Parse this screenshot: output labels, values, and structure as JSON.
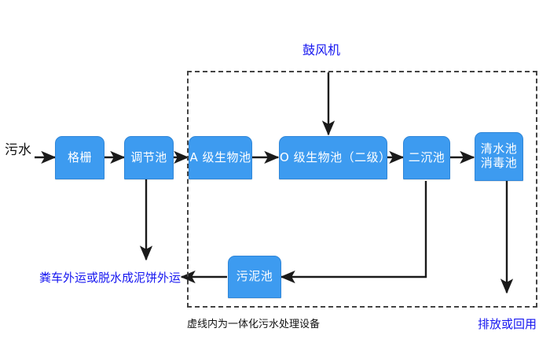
{
  "diagram": {
    "title_note": "",
    "colors": {
      "node_fill": "#3d9bf0",
      "node_border": "#2f86d8",
      "node_text": "#ffffff",
      "blue_text": "#1515f0",
      "black_text": "#111111",
      "arrow": "#1a1a1a",
      "dashed_border": "#444444",
      "background": "#ffffff"
    },
    "nodes": [
      {
        "id": "grille",
        "label": "格栅"
      },
      {
        "id": "regulate",
        "label": "调节池"
      },
      {
        "id": "a_stage",
        "label": "A 级生物池"
      },
      {
        "id": "o_stage",
        "label": "O 级生物池（二级）"
      },
      {
        "id": "secondary",
        "label": "二沉池"
      },
      {
        "id": "clearwater",
        "label": "清水池\n消毒池"
      },
      {
        "id": "sludge",
        "label": "污泥池"
      }
    ],
    "labels": {
      "inflow": "污水",
      "blower": "鼓风机",
      "sludge_disposal": "粪车外运或脱水成泥饼外运",
      "dashed_caption": "虚线内为一体化污水处理设备",
      "discharge": "排放或回用"
    },
    "dashed_region": {
      "caption": "虚线内为一体化污水处理设备",
      "contains": [
        "A 级生物池",
        "O 级生物池（二级）",
        "二沉池",
        "清水池/消毒池",
        "污泥池"
      ]
    },
    "flow": [
      {
        "from": "污水",
        "to": "格栅"
      },
      {
        "from": "格栅",
        "to": "调节池"
      },
      {
        "from": "调节池",
        "to": "A 级生物池"
      },
      {
        "from": "A 级生物池",
        "to": "O 级生物池（二级）"
      },
      {
        "from": "O 级生物池（二级）",
        "to": "二沉池"
      },
      {
        "from": "二沉池",
        "to": "清水池 消毒池"
      },
      {
        "from": "鼓风机",
        "to": "O 级生物池（二级）"
      },
      {
        "from": "调节池",
        "to": "粪车外运或脱水成泥饼外运"
      },
      {
        "from": "二沉池",
        "to": "污泥池"
      },
      {
        "from": "污泥池",
        "to": "粪车外运或脱水成泥饼外运"
      },
      {
        "from": "清水池 消毒池",
        "to": "排放或回用"
      }
    ]
  }
}
